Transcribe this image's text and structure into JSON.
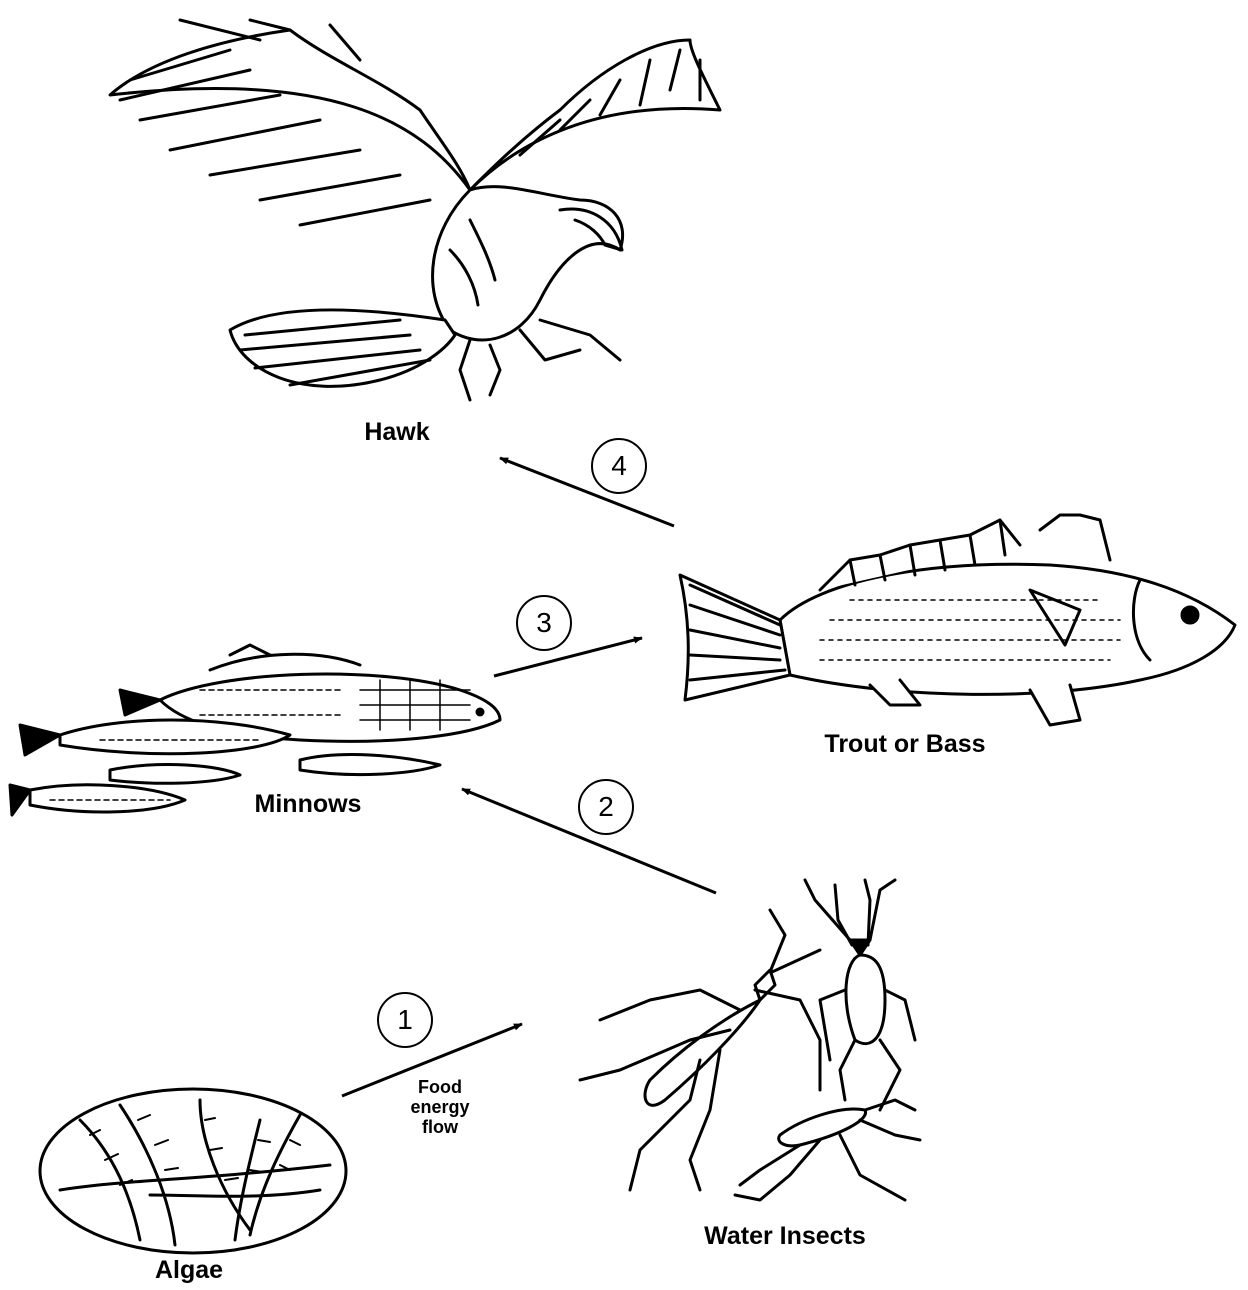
{
  "organisms": {
    "hawk": "Hawk",
    "trout": "Trout or Bass",
    "minnows": "Minnows",
    "insects": "Water Insects",
    "algae": "Algae"
  },
  "arrows": {
    "a1": "1",
    "a2": "2",
    "a3": "3",
    "a4": "4"
  },
  "flow_label": {
    "line1": "Food",
    "line2": "energy",
    "line3": "flow"
  }
}
